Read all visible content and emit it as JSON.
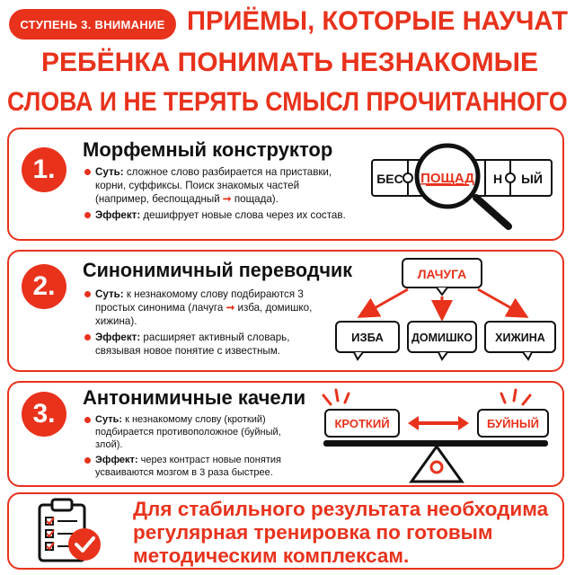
{
  "header": {
    "step_badge": "СТУПЕНЬ 3. ВНИМАНИЕ",
    "title_lines": [
      "ПРИЁМЫ, КОТОРЫЕ НАУЧАТ",
      "РЕБЁНКА ПОНИМАТЬ НЕЗНАКОМЫЕ",
      "СЛОВА И НЕ ТЕРЯТЬ СМЫСЛ ПРОЧИТАННОГО"
    ]
  },
  "cards": [
    {
      "number": "1.",
      "title": "Морфемный конструктор",
      "essence_label": "Суть:",
      "essence_text": "сложное слово разбирается на приставки, корни, суффиксы. Поиск знакомых частей (например, беспощадный",
      "essence_arrow": "➞",
      "essence_tail": "пощада).",
      "effect_label": "Эффект:",
      "effect_text": "дешифрует новые слова через их состав.",
      "puzzle": [
        "БЕС",
        "ПОЩАД",
        "Н",
        "ЫЙ"
      ]
    },
    {
      "number": "2.",
      "title": "Синонимичный переводчик",
      "essence_label": "Суть:",
      "essence_text": "к незнакомому слову подбираются 3 простых синонима (лачуга",
      "essence_arrow": "➞",
      "essence_tail": "изба, домишко, хижина).",
      "effect_label": "Эффект:",
      "effect_text": "расширяет активный словарь, связывая новое понятие с известным.",
      "root_word": "ЛАЧУГА",
      "synonyms": [
        "ИЗБА",
        "ДОМИШКО",
        "ХИЖИНА"
      ]
    },
    {
      "number": "3.",
      "title": "Антонимичные качели",
      "essence_label": "Суть:",
      "essence_text": "к незнакомому слову (кроткий) подбирается противоположное (буйный, злой).",
      "effect_label": "Эффект:",
      "effect_text": "через контраст новые понятия усваиваются мозгом в 3 раза быстрее.",
      "left_word": "КРОТКИЙ",
      "right_word": "БУЙНЫЙ"
    }
  ],
  "footer": {
    "lines": [
      "Для стабильного результата необходима",
      "регулярная тренировка по готовым",
      "методическим комплексам."
    ]
  },
  "icons": {
    "magnifier": "magnifier-icon",
    "clipboard": "clipboard-checklist-icon",
    "check": "check-circle-icon"
  },
  "colors": {
    "accent": "#e8321c",
    "text": "#111111",
    "background": "#ffffff"
  }
}
